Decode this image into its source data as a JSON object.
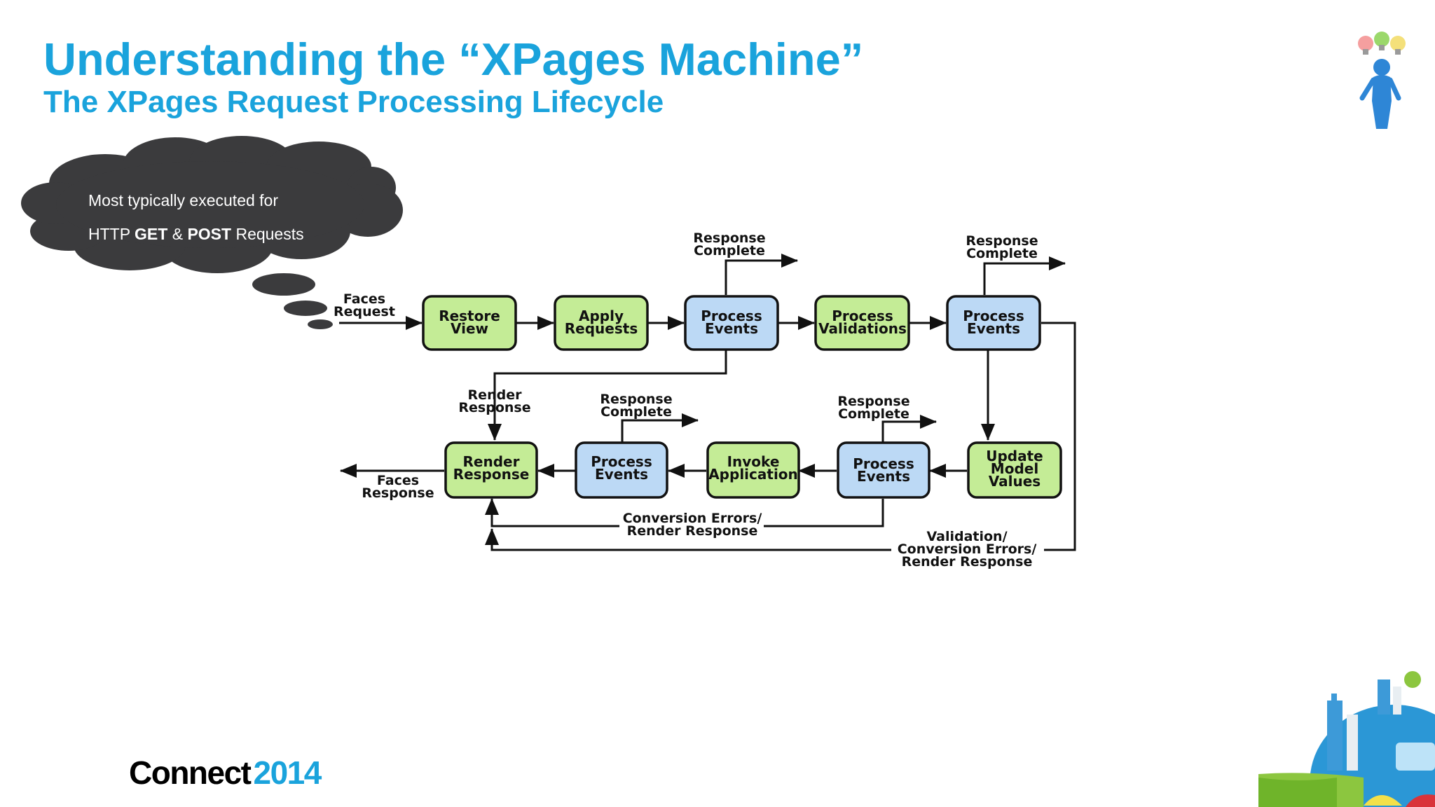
{
  "slide": {
    "title": "Understanding the “XPages Machine”",
    "subtitle": "The XPages Request Processing Lifecycle"
  },
  "callout": {
    "line1": "Most typically executed for",
    "line2_prefix": "HTTP ",
    "line2_get": "GET",
    "line2_amp": " & ",
    "line2_post": "POST",
    "line2_suffix": " Requests"
  },
  "diagram": {
    "nodes": {
      "restore_view": [
        "Restore",
        "View"
      ],
      "apply_requests": [
        "Apply",
        "Requests"
      ],
      "process_events_1": [
        "Process",
        "Events"
      ],
      "process_validations": [
        "Process",
        "Validations"
      ],
      "process_events_2": [
        "Process",
        "Events"
      ],
      "update_model_values": [
        "Update",
        "Model",
        "Values"
      ],
      "process_events_3": [
        "Process",
        "Events"
      ],
      "invoke_application": [
        "Invoke",
        "Application"
      ],
      "process_events_4": [
        "Process",
        "Events"
      ],
      "render_response": [
        "Render",
        "Response"
      ]
    },
    "edges": {
      "faces_request": [
        "Faces",
        "Request"
      ],
      "faces_response": [
        "Faces",
        "Response"
      ],
      "response_complete_1": [
        "Response",
        "Complete"
      ],
      "response_complete_2": [
        "Response",
        "Complete"
      ],
      "response_complete_3": [
        "Response",
        "Complete"
      ],
      "response_complete_4": [
        "Response",
        "Complete"
      ],
      "render_response_edge": [
        "Render",
        "Response"
      ],
      "conversion_errors": [
        "Conversion Errors/",
        "Render Response"
      ],
      "validation_errors": [
        "Validation/",
        "Conversion Errors/",
        "Render Response"
      ]
    },
    "colors": {
      "green_node": "#c4ec96",
      "blue_node": "#bcd9f5",
      "cloud": "#3b3b3d"
    }
  },
  "brand": {
    "word": "Connect",
    "year": "2014"
  }
}
